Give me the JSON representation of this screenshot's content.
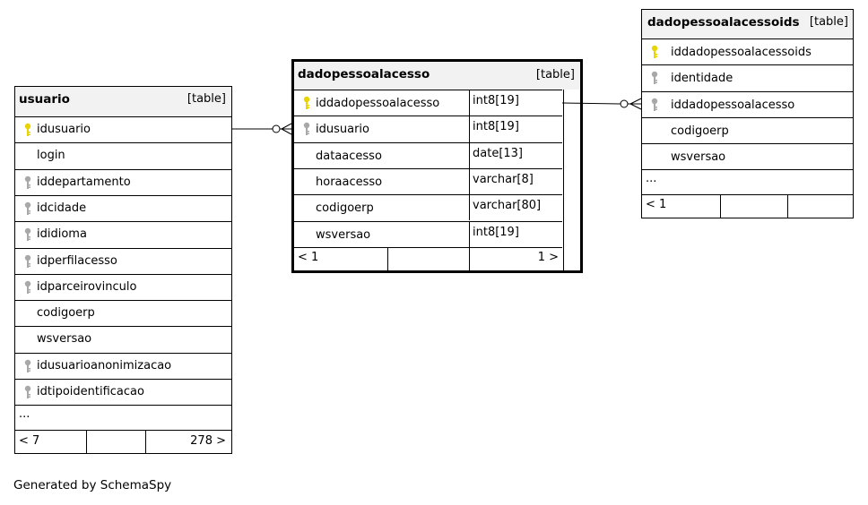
{
  "footer": "Generated by SchemaSpy",
  "tables": {
    "usuario": {
      "name": "usuario",
      "type": "[table]",
      "columns": [
        {
          "name": "idusuario",
          "key": "primary"
        },
        {
          "name": "login",
          "key": "none"
        },
        {
          "name": "iddepartamento",
          "key": "foreign"
        },
        {
          "name": "idcidade",
          "key": "foreign"
        },
        {
          "name": "ididioma",
          "key": "foreign"
        },
        {
          "name": "idperfilacesso",
          "key": "foreign"
        },
        {
          "name": "idparceirovinculo",
          "key": "foreign"
        },
        {
          "name": "codigoerp",
          "key": "none"
        },
        {
          "name": "wsversao",
          "key": "none"
        },
        {
          "name": "idusuarioanonimizacao",
          "key": "foreign"
        },
        {
          "name": "idtipoidentificacao",
          "key": "foreign"
        }
      ],
      "more": "...",
      "footer_left": "< 7",
      "footer_right": "278 >"
    },
    "dadopessoalacesso": {
      "name": "dadopessoalacesso",
      "type": "[table]",
      "columns": [
        {
          "name": "iddadopessoalacesso",
          "type": "int8[19]",
          "key": "primary"
        },
        {
          "name": "idusuario",
          "type": "int8[19]",
          "key": "foreign"
        },
        {
          "name": "dataacesso",
          "type": "date[13]",
          "key": "none"
        },
        {
          "name": "horaacesso",
          "type": "varchar[8]",
          "key": "none"
        },
        {
          "name": "codigoerp",
          "type": "varchar[80]",
          "key": "none"
        },
        {
          "name": "wsversao",
          "type": "int8[19]",
          "key": "none"
        }
      ],
      "footer_left": "< 1",
      "footer_right": "1 >"
    },
    "dadopessoalacessoids": {
      "name": "dadopessoalacessoids",
      "type": "[table]",
      "columns": [
        {
          "name": "iddadopessoalacessoids",
          "key": "primary"
        },
        {
          "name": "identidade",
          "key": "foreign"
        },
        {
          "name": "iddadopessoalacesso",
          "key": "foreign"
        },
        {
          "name": "codigoerp",
          "key": "none"
        },
        {
          "name": "wsversao",
          "key": "none"
        }
      ],
      "more": "...",
      "footer_left": "< 1"
    }
  },
  "colors": {
    "primary_key": "#e8d400",
    "foreign_key": "#a8a8a8",
    "header_bg": "#f2f2f2"
  }
}
